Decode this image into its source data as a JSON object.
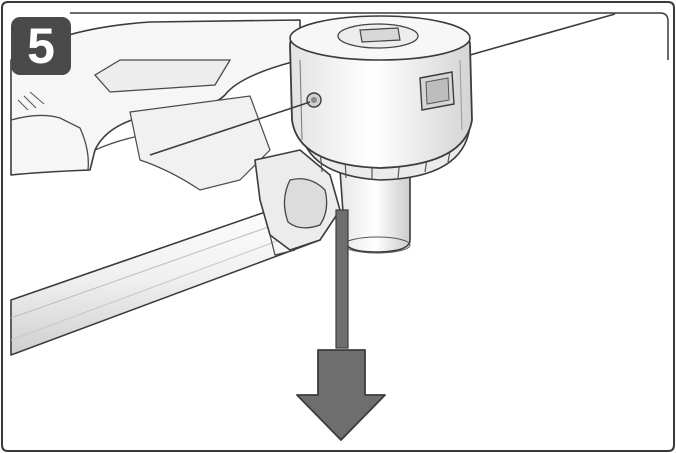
{
  "step": {
    "number": "5"
  },
  "colors": {
    "frame": "#3a3a3a",
    "badge": "#4a4a4a",
    "line_art": "#3c3c3c",
    "fill_light": "#f4f4f4",
    "fill_shade": "#d9d9d9",
    "arrow": "#6e6e6e"
  },
  "illustration": {
    "subject": "trimmer-head-with-guard",
    "motion": "downward-arrow"
  }
}
